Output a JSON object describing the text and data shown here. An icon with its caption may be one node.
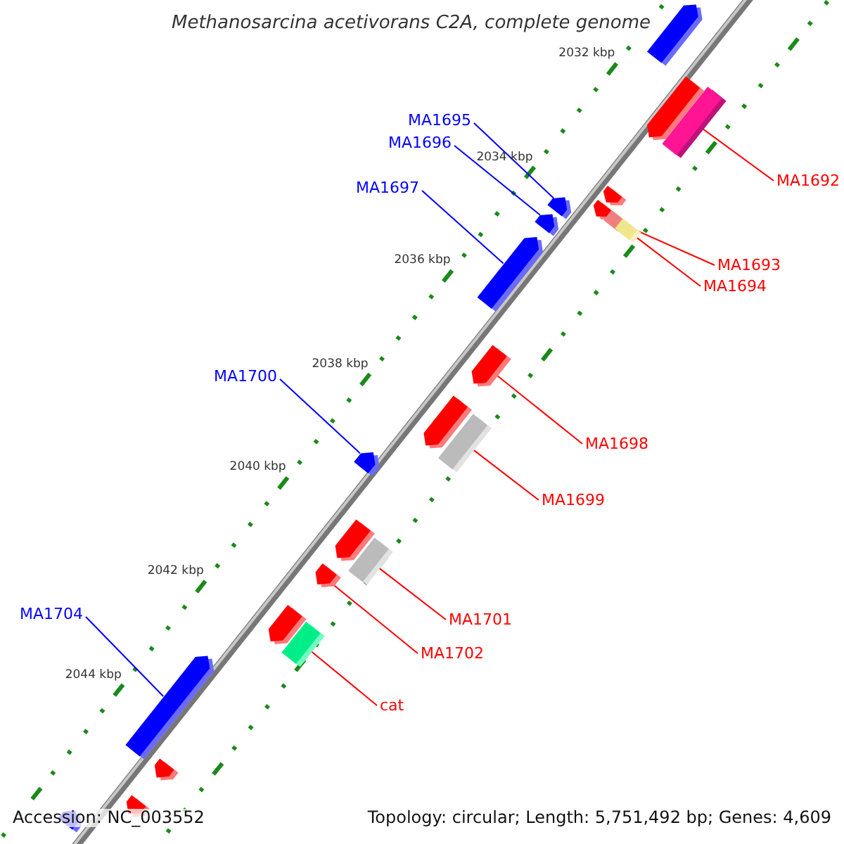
{
  "diagram": {
    "title": "Methanosarcina acetivorans C2A, complete genome",
    "nodes": [
      {
        "text": [
          "MA1695"
        ]
      },
      {
        "text": [
          "MA1696"
        ]
      },
      {
        "text": [
          "MA1692"
        ]
      },
      {
        "text": [
          "MA1697"
        ]
      },
      {
        "text": [
          "MA1693"
        ]
      },
      {
        "text": [
          "MA1694"
        ]
      },
      {
        "text": [
          "MA1700"
        ]
      },
      {
        "text": [
          "MA1698"
        ]
      },
      {
        "text": [
          "MA1699"
        ]
      },
      {
        "text": [
          "MA1704"
        ]
      },
      {
        "text": [
          "MA1701"
        ]
      },
      {
        "text": [
          "MA1702"
        ]
      },
      {
        "text": [
          "cat"
        ]
      },
      {
        "text": [],
        "shape": "bar"
      },
      {
        "text": [],
        "shape": "bar"
      },
      {
        "text": [],
        "shape": "bar"
      },
      {
        "text": [],
        "shape": "bar"
      },
      {
        "text": [],
        "shape": "bar"
      },
      {
        "text": [],
        "shape": "bar"
      },
      {
        "text": [],
        "shape": "bar"
      },
      {
        "text": [],
        "shape": "bar"
      },
      {
        "text": [],
        "shape": "bar"
      },
      {
        "text": [],
        "shape": "bar"
      },
      {
        "text": [],
        "shape": "bar"
      },
      {
        "text": [],
        "shape": "bar"
      },
      {
        "text": [],
        "shape": "bar"
      },
      {
        "text": [],
        "shape": "bar"
      },
      {
        "text": [],
        "shape": "bar"
      },
      {
        "text": [],
        "shape": "bar"
      },
      {
        "text": [],
        "shape": "bar"
      },
      {
        "text": [],
        "shape": "bar"
      },
      {
        "text": [],
        "shape": "bar"
      },
      {
        "text": [],
        "shape": "bar"
      },
      {
        "text": [],
        "shape": "bar"
      },
      {
        "text": [],
        "shape": "bar"
      },
      {
        "text": [],
        "shape": "bar"
      }
    ],
    "edges": [
      {
        "from": 0,
        "to": 17,
        "arrow": "none",
        "color": "#0000ff"
      },
      {
        "from": 1,
        "to": 19,
        "arrow": "none",
        "color": "#0000ff"
      },
      {
        "from": 2,
        "to": 15,
        "arrow": "none"
      },
      {
        "from": 3,
        "to": 22,
        "arrow": "none",
        "color": "#0000ff"
      },
      {
        "from": 4,
        "to": 20,
        "arrow": "none"
      },
      {
        "from": 5,
        "to": 21,
        "arrow": "none"
      },
      {
        "from": 6,
        "to": 26,
        "arrow": "none",
        "color": "#0000ff"
      },
      {
        "from": 7,
        "to": 23,
        "arrow": "none"
      },
      {
        "from": 8,
        "to": 25,
        "arrow": "none"
      },
      {
        "from": 9,
        "to": 32,
        "arrow": "none",
        "color": "#0000ff"
      },
      {
        "from": 10,
        "to": 28,
        "arrow": "none"
      },
      {
        "from": 11,
        "to": 29,
        "arrow": "none"
      },
      {
        "from": 12,
        "to": 31,
        "arrow": "none"
      }
    ],
    "labels": [
      "2032 kbp",
      "2034 kbp",
      "2036 kbp",
      "2038 kbp",
      "2040 kbp",
      "2042 kbp",
      "2044 kbp",
      "Accession: NC_003552",
      "Topology: circular; Length: 5,751,492 bp; Genes: 4,609"
    ]
  }
}
